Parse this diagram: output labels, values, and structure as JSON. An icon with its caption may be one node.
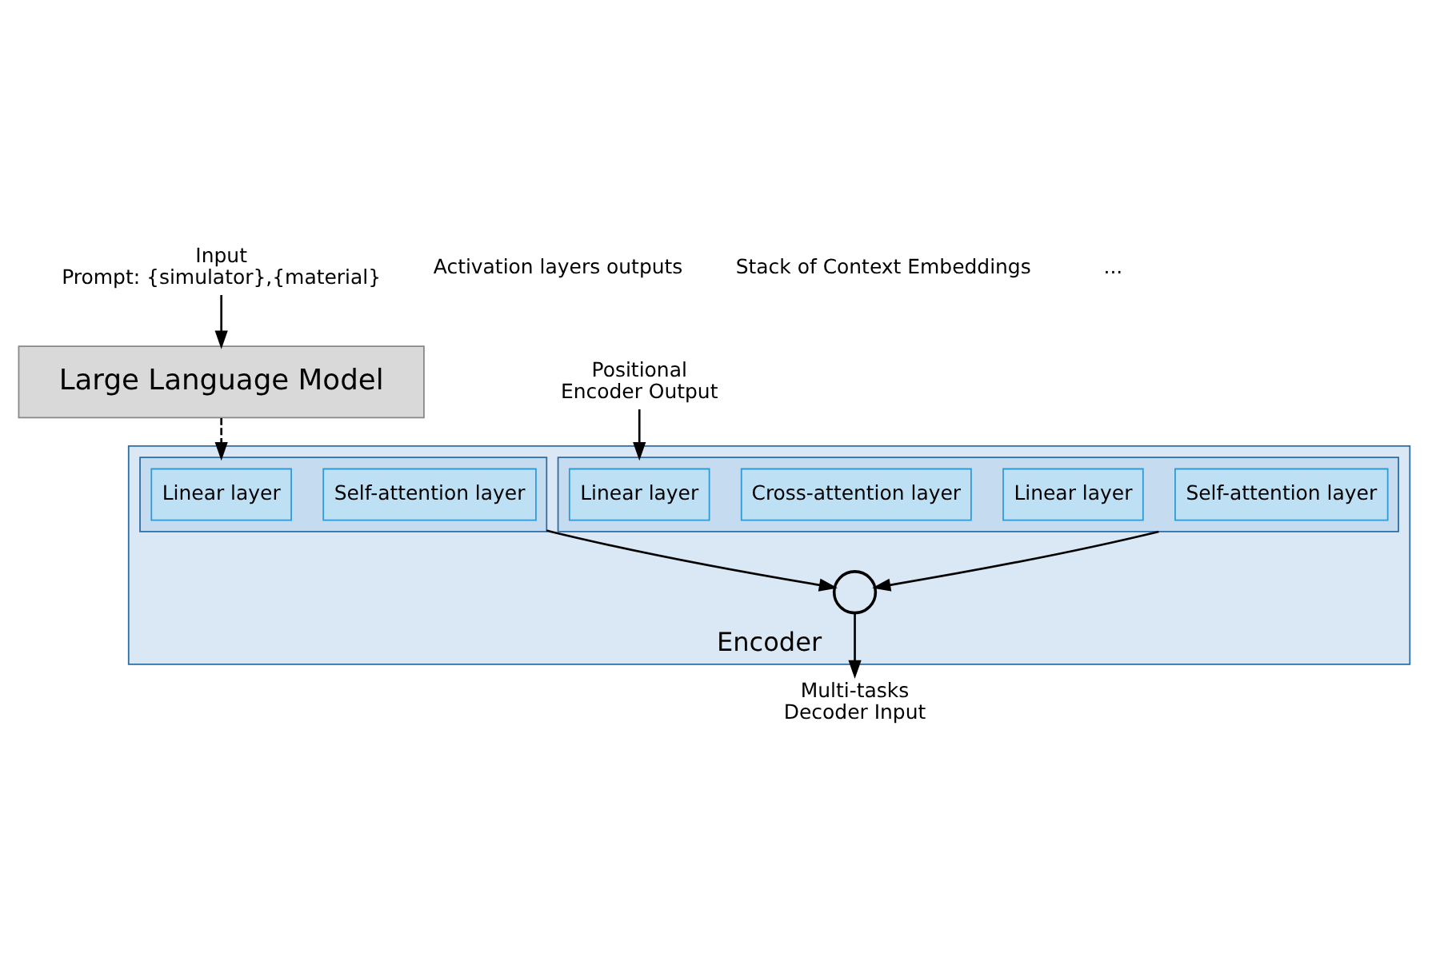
{
  "diagram": {
    "nodes": [
      {
        "text": [
          "Input Prompt: {simulator},{material}"
        ]
      },
      {
        "text": [
          "Large Language Model"
        ]
      },
      {
        "text": [
          "Encoder"
        ]
      },
      {
        "text": [],
        "shape": "box",
        "in": 2
      },
      {
        "text": [
          "Linear layer"
        ],
        "in": 3
      },
      {
        "text": [
          "Cross-attention layer"
        ],
        "in": 3
      },
      {
        "text": [
          "Linear layer"
        ],
        "in": 3
      },
      {
        "text": [
          "Self-attention layer"
        ],
        "in": 3
      },
      {
        "text": [],
        "shape": "box",
        "in": 2
      },
      {
        "text": [
          "Linear layer"
        ],
        "in": 8
      },
      {
        "text": [
          "Self-attention layer"
        ],
        "in": 8
      },
      {
        "text": [],
        "shape": "circle",
        "in": 2
      },
      {
        "text": [
          "Positional Encoder Output"
        ]
      },
      {
        "text": [
          "Multi-tasks Decoder Input"
        ]
      }
    ],
    "edges": [
      {
        "from": 0,
        "to": 1,
        "arrow": "to"
      },
      {
        "from": 1,
        "to": 8,
        "arrow": "to",
        "style": "dashed"
      },
      {
        "from": 12,
        "to": 3,
        "arrow": "to"
      },
      {
        "from": 3,
        "to": 11,
        "arrow": "to"
      },
      {
        "from": 8,
        "to": 11,
        "arrow": "to"
      },
      {
        "from": 11,
        "to": 13,
        "arrow": "to"
      }
    ],
    "labels": [
      "Activation layers outputs",
      "Stack of Context Embeddings",
      "..."
    ]
  }
}
